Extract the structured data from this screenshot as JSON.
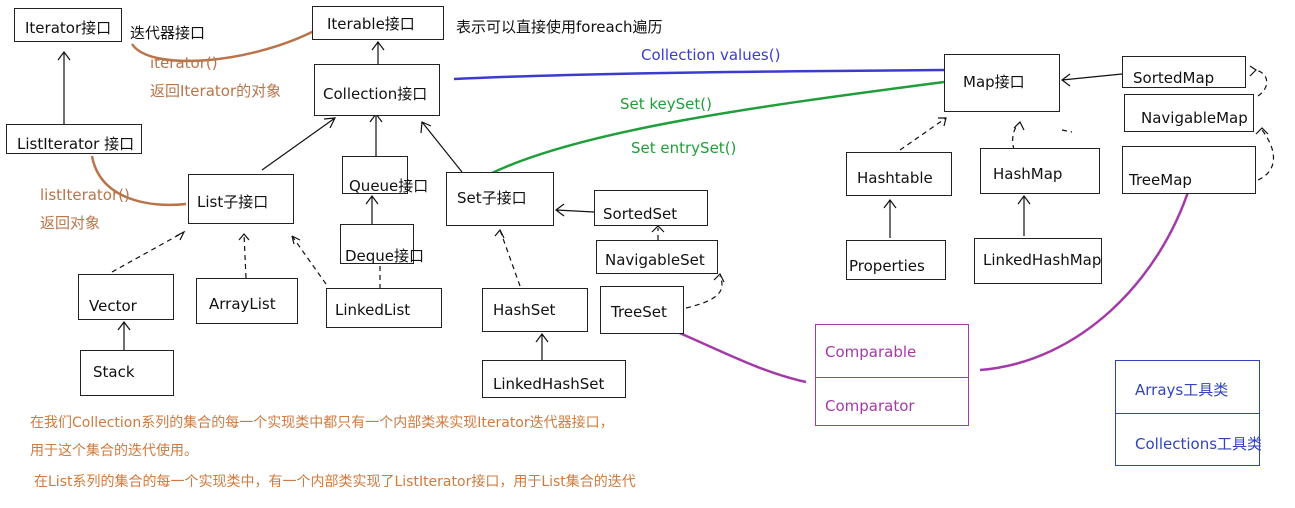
{
  "boxes": {
    "iterator": "Iterator接口",
    "iterable": "Iterable接口",
    "collection": "Collection接口",
    "list_iterator": "ListIterator  接口",
    "list": "List子接口",
    "queue": "Queue接口",
    "deque": "Deque接口",
    "set": "Set子接口",
    "sorted_set": "SortedSet",
    "navigable_set": "NavigableSet",
    "vector": "Vector",
    "stack": "Stack",
    "array_list": "ArrayList",
    "linked_list": "LinkedList",
    "hash_set": "HashSet",
    "linked_hash_set": "LinkedHashSet",
    "tree_set": "TreeSet",
    "map": "Map接口",
    "sorted_map": "SortedMap",
    "navigable_map": "NavigableMap",
    "hashtable": "Hashtable",
    "hash_map": "HashMap",
    "tree_map": "TreeMap",
    "properties": "Properties",
    "linked_hash_map": "LinkedHashMap",
    "comparable": "Comparable",
    "comparator": "Comparator",
    "arrays": "Arrays工具类",
    "collections": "Collections工具类"
  },
  "annotations": {
    "iterator_suffix": "迭代器接口",
    "foreach": "表示可以直接使用foreach遍历",
    "iterator_method": "iterator()",
    "iterator_return": "返回Iterator的对象",
    "list_iterator_method": "listIterator()",
    "list_iterator_return": "返回对象",
    "collection_values": "Collection  values()",
    "set_keyset": "Set  keySet()",
    "set_entryset": "Set  entrySet()"
  },
  "notes": {
    "line1": "在我们Collection系列的集合的每一个实现类中都只有一个内部类来实现Iterator迭代器接口，",
    "line2": "用于这个集合的迭代使用。",
    "line3": "在List系列的集合的每一个实现类中，有一个内部类实现了ListIterator接口，用于List集合的迭代"
  },
  "colors": {
    "brown": "#b9744a",
    "blue": "#3b3bd0",
    "green": "#1f9e3a",
    "purple": "#a43aa8",
    "navy": "#3344bb",
    "note": "#d07a3e"
  }
}
